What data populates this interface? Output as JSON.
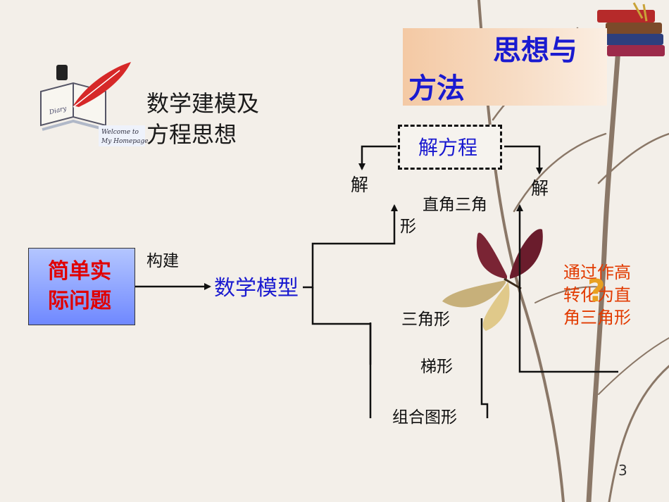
{
  "heading": {
    "line1": "思想与",
    "line2": "方法"
  },
  "title": {
    "line1": "数学建模及",
    "line2": "方程思想"
  },
  "logo": {
    "diary_label": "Diary",
    "welcome_line1": "Welcome to",
    "welcome_line2": "My Homepage"
  },
  "solve_equation": "解方程",
  "solve_left": "解",
  "solve_right": "解",
  "simple_problem": {
    "line1": "简单实",
    "line2": "际问题"
  },
  "construct_label": "构建",
  "math_model": "数学模型",
  "right_triangle": {
    "line1": "直角三角",
    "line2": "形"
  },
  "triangle": "三角形",
  "trapezoid": "梯形",
  "combined_figure": "组合图形",
  "note": {
    "line1": "通过作高",
    "line2": "转化为直",
    "line3": "角三角形"
  },
  "question_mark": "?",
  "page_number": "3",
  "colors": {
    "blue_text": "#1a1ad0",
    "red_text": "#e00000",
    "note_text": "#e23a00",
    "background": "#f3efe9"
  }
}
